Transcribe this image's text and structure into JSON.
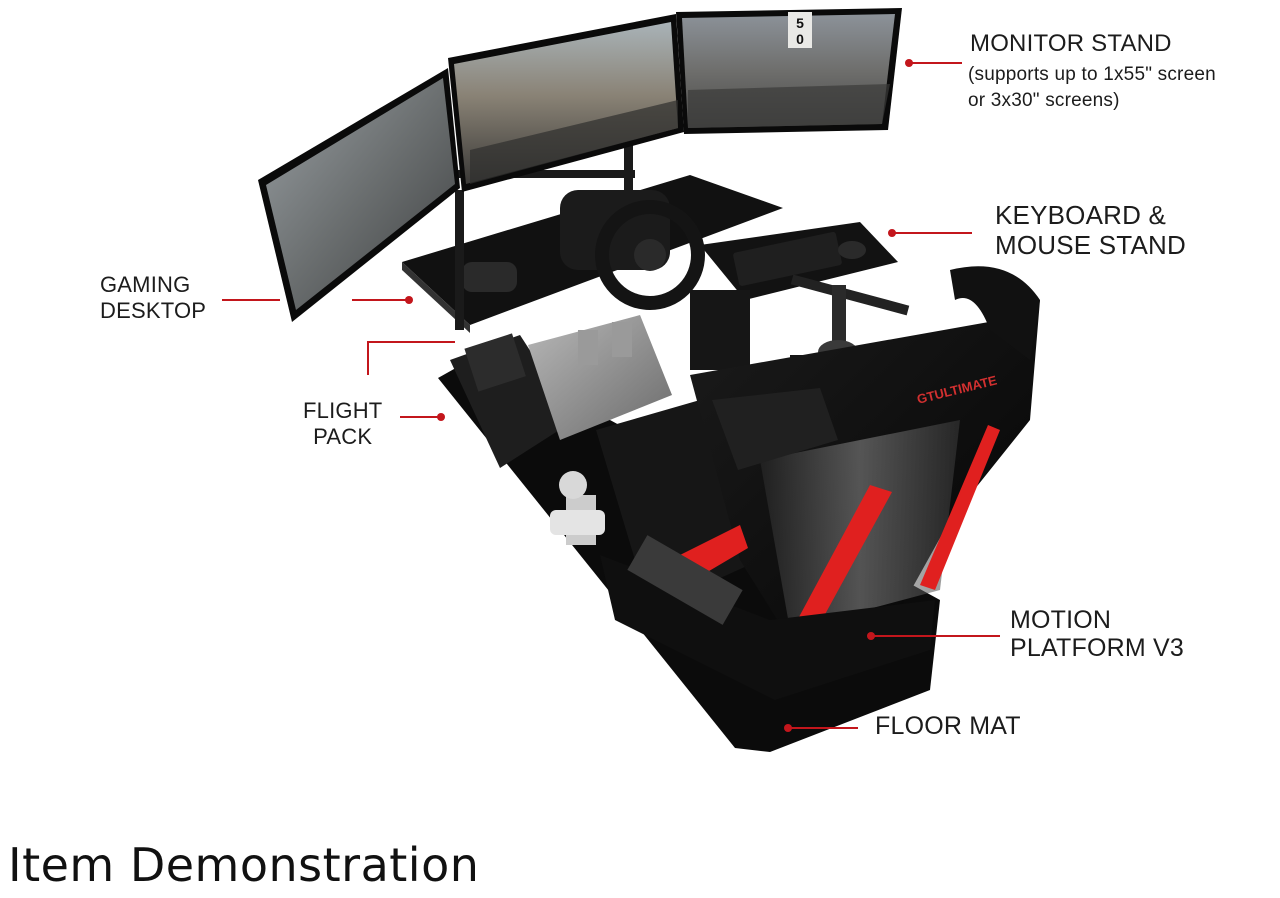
{
  "callouts": {
    "monitor_stand": {
      "line1": "MONITOR STAND",
      "line2": "(supports up to 1x55\" screen",
      "line3": "or 3x30\" screens)"
    },
    "keyboard_mouse": {
      "line1": "KEYBOARD &",
      "line2": "MOUSE STAND"
    },
    "gaming_desktop": {
      "line1": "GAMING",
      "line2": "DESKTOP"
    },
    "flight_pack": {
      "line1": "FLIGHT",
      "line2": "PACK"
    },
    "motion_platform": {
      "line1": "MOTION",
      "line2": "PLATFORM V3"
    },
    "floor_mat": {
      "line1": "FLOOR MAT"
    }
  },
  "screen_sign": {
    "top": "5",
    "bottom": "0"
  },
  "seat_logo": "GTULTIMATE",
  "caption": "Item Demonstration",
  "colors": {
    "leader_red": "#c3161c",
    "seat_red": "#e0201f",
    "base_black": "#0b0b0b"
  }
}
